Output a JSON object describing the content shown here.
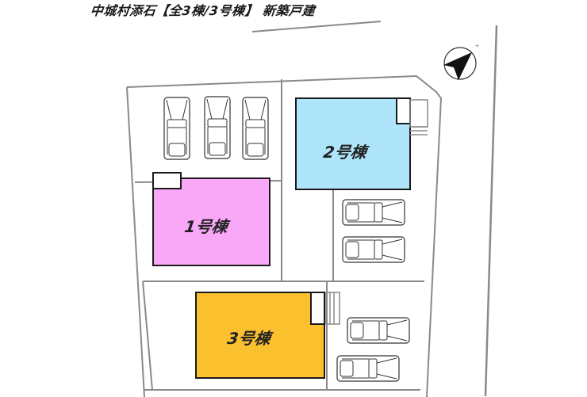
{
  "title": "中城村添石【全3棟/3号棟】 新築戸建",
  "compass": {
    "icon": "north-arrow-icon"
  },
  "buildings": [
    {
      "label": "1号棟",
      "color": "#f9a8f7"
    },
    {
      "label": "2号棟",
      "color": "#aee5fa"
    },
    {
      "label": "3号棟",
      "color": "#fbc02d"
    }
  ],
  "parking": {
    "lot1_cars": 3,
    "lot2_cars": 2,
    "lot3_cars": 2
  },
  "colors": {
    "boundary": "#8a8a8a",
    "building_outline": "#1a1a1a"
  }
}
